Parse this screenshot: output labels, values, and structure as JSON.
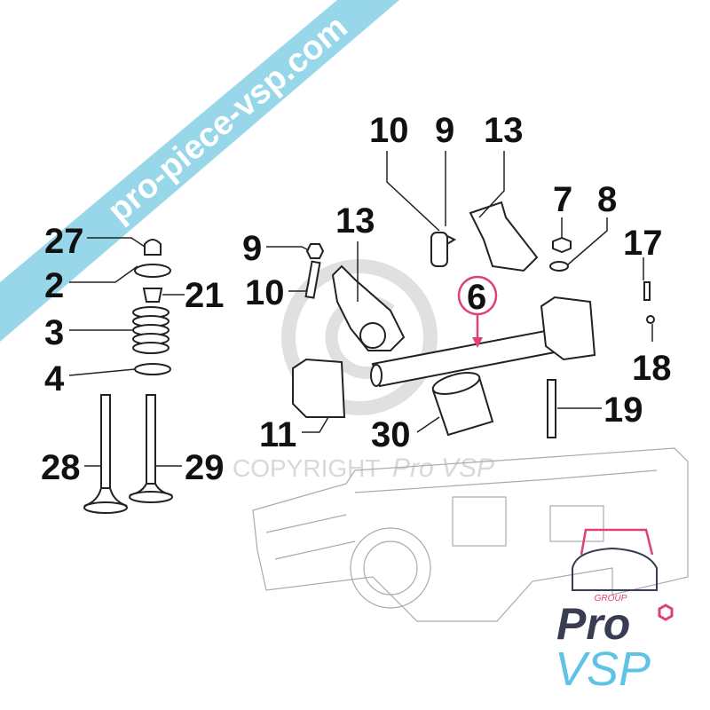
{
  "diagram": {
    "callouts": [
      {
        "id": "c10a",
        "text": "10"
      },
      {
        "id": "c9a",
        "text": "9"
      },
      {
        "id": "c13a",
        "text": "13"
      },
      {
        "id": "c7",
        "text": "7"
      },
      {
        "id": "c8",
        "text": "8"
      },
      {
        "id": "c17",
        "text": "17"
      },
      {
        "id": "c13b",
        "text": "13"
      },
      {
        "id": "c9b",
        "text": "9"
      },
      {
        "id": "c10b",
        "text": "10"
      },
      {
        "id": "c6",
        "text": "6"
      },
      {
        "id": "c27",
        "text": "27"
      },
      {
        "id": "c2",
        "text": "2"
      },
      {
        "id": "c21",
        "text": "21"
      },
      {
        "id": "c3",
        "text": "3"
      },
      {
        "id": "c4",
        "text": "4"
      },
      {
        "id": "c18",
        "text": "18"
      },
      {
        "id": "c11",
        "text": "11"
      },
      {
        "id": "c30",
        "text": "30"
      },
      {
        "id": "c19",
        "text": "19"
      },
      {
        "id": "c28",
        "text": "28"
      },
      {
        "id": "c29",
        "text": "29"
      }
    ],
    "highlight_color": "#e0407a"
  },
  "watermark": {
    "copyright": "COPYRIGHT",
    "brand": "Pro VSP"
  },
  "banner": {
    "text": "pro-piece-vsp.com",
    "color": "#8fd4e8"
  },
  "logo": {
    "group": "GROUP",
    "pro": "Pro",
    "vsp": "VSP",
    "dark": "#3a3d52",
    "light": "#5ec3e4",
    "accent": "#e0407a"
  }
}
